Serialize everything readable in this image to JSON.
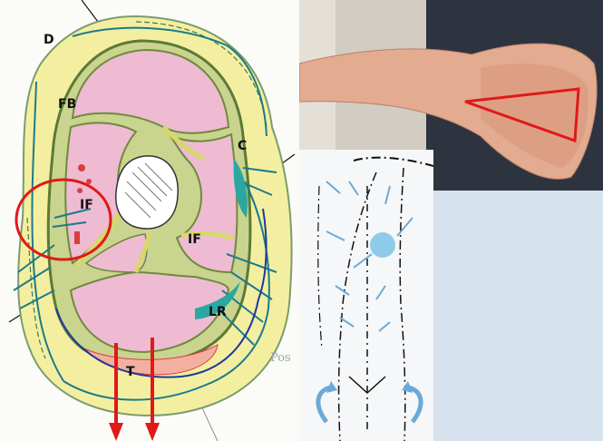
{
  "cross_section": {
    "labels": {
      "D": "D",
      "FB": "FB",
      "C": "C",
      "IF_left": "IF",
      "IF_right": "IF",
      "LR": "LR",
      "T": "T"
    },
    "faint_text": "Pos",
    "colors": {
      "skin_fat": "#f4efa0",
      "muscle": "#eebbd3",
      "fascia": "#5d7a36",
      "lymph": "#1b7a8c",
      "lymph_deep": "#1d3a9c",
      "arrows": "#e01919",
      "circle": "#e01919"
    }
  },
  "arm_photo": {
    "triangle_color": "#e01919"
  },
  "lymph_diagram": {
    "arrow_color": "#6aaad8",
    "node_color": "#8fcbe8"
  }
}
